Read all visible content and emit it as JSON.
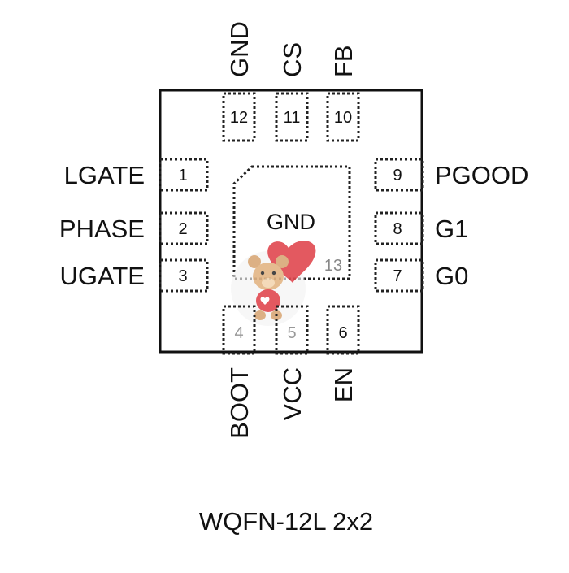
{
  "package": {
    "name": "WQFN-12L 2x2",
    "exposed_pad": {
      "label": "GND",
      "number": "13"
    }
  },
  "pins": [
    {
      "number": "1",
      "name": "LGATE",
      "side": "left"
    },
    {
      "number": "2",
      "name": "PHASE",
      "side": "left"
    },
    {
      "number": "3",
      "name": "UGATE",
      "side": "left"
    },
    {
      "number": "4",
      "name": "BOOT",
      "side": "bottom"
    },
    {
      "number": "5",
      "name": "VCC",
      "side": "bottom"
    },
    {
      "number": "6",
      "name": "EN",
      "side": "bottom"
    },
    {
      "number": "7",
      "name": "G0",
      "side": "right"
    },
    {
      "number": "8",
      "name": "G1",
      "side": "right"
    },
    {
      "number": "9",
      "name": "PGOOD",
      "side": "right"
    },
    {
      "number": "10",
      "name": "FB",
      "side": "top"
    },
    {
      "number": "11",
      "name": "CS",
      "side": "top"
    },
    {
      "number": "12",
      "name": "GND",
      "side": "top"
    }
  ],
  "colors": {
    "outline": "#111111",
    "pad_stroke": "#222222",
    "text": "#111111",
    "watermark_heart": "#e0484f",
    "watermark_bear": "#d9a877"
  },
  "watermark_icon": "teddy-bear-with-heart"
}
